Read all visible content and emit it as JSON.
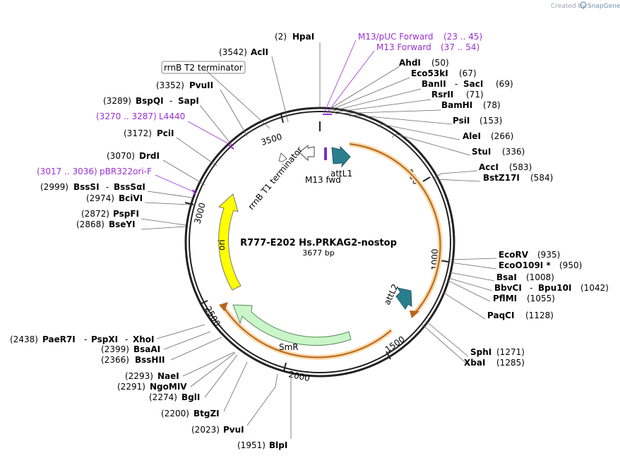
{
  "credit": {
    "prefix": "Created by",
    "brand": "SnapGene"
  },
  "plasmid": {
    "name": "R777-E202 Hs.PRKAG2-nostop",
    "size_label": "3677 bp"
  },
  "ticks": [
    "500",
    "1000",
    "1500",
    "2000",
    "2500",
    "3000",
    "3500"
  ],
  "features": {
    "attL1": "attL1",
    "m13fwd": "M13 fwd",
    "attL2": "attL2",
    "smr": "SmR",
    "ori": "ori",
    "rrnb_t1": "rrnB T1 terminator",
    "rrnb_t2": "rrnB T2 terminator"
  },
  "primers": {
    "m13puc": {
      "name": "M13/pUC Forward",
      "range": "(23 .. 45)"
    },
    "m13": {
      "name": "M13 Forward",
      "range": "(37 .. 54)"
    },
    "l4440": {
      "range": "(3270 .. 3287)",
      "name": "L4440"
    },
    "pbr": {
      "range": "(3017 .. 3036)",
      "name": "pBR322ori-F"
    }
  },
  "sites": {
    "hpai": {
      "pos": "(2)",
      "name": "HpaI"
    },
    "acli": {
      "pos": "(3542)",
      "name": "AclI"
    },
    "pvuii": {
      "pos": "(3352)",
      "name": "PvuII"
    },
    "bspqi": {
      "pos": "(3289)",
      "name": "BspQI",
      "sep": "-",
      "name2": "SapI"
    },
    "pcii": {
      "pos": "(3172)",
      "name": "PciI"
    },
    "drdi": {
      "pos": "(3070)",
      "name": "DrdI"
    },
    "bsssi": {
      "pos": "(2999)",
      "name": "BssSI",
      "sep": "-",
      "name2": "BssSαI"
    },
    "bcivi": {
      "pos": "(2974)",
      "name": "BciVI"
    },
    "pspfi": {
      "pos": "(2872)",
      "name": "PspFI"
    },
    "bseyi": {
      "pos": "(2868)",
      "name": "BseYI"
    },
    "ahdi": {
      "name": "AhdI",
      "pos": "(50)"
    },
    "eco53ki": {
      "name": "Eco53kI",
      "pos": "(67)"
    },
    "banii": {
      "name": "BanII",
      "sep": "-",
      "name2": "SacI",
      "pos": "(69)"
    },
    "rsrii": {
      "name": "RsrII",
      "pos": "(71)"
    },
    "bamhi": {
      "name": "BamHI",
      "pos": "(78)"
    },
    "psii": {
      "name": "PsiI",
      "pos": "(153)"
    },
    "alei": {
      "name": "AleI",
      "pos": "(266)"
    },
    "stui": {
      "name": "StuI",
      "pos": "(336)"
    },
    "acci": {
      "name": "AccI",
      "pos": "(583)"
    },
    "bstz17i": {
      "name": "BstZ17I",
      "pos": "(584)"
    },
    "ecorv": {
      "name": "EcoRV",
      "pos": "(935)"
    },
    "eco0109i": {
      "name": "EcoO109I *",
      "pos": "(950)"
    },
    "bsai": {
      "name": "BsaI",
      "pos": "(1008)"
    },
    "bbvci": {
      "name": "BbvCI",
      "sep": "-",
      "name2": "Bpu10I",
      "pos": "(1042)"
    },
    "pflmi": {
      "name": "PflMI",
      "pos": "(1055)"
    },
    "paqci": {
      "name": "PaqCI",
      "pos": "(1128)"
    },
    "sphi": {
      "name": "SphI",
      "pos": "(1271)"
    },
    "xbai": {
      "name": "XbaI",
      "pos": "(1285)"
    },
    "blpi": {
      "pos": "(1951)",
      "name": "BlpI"
    },
    "pvui": {
      "pos": "(2023)",
      "name": "PvuI"
    },
    "btgzi": {
      "pos": "(2200)",
      "name": "BtgZI"
    },
    "bgli": {
      "pos": "(2274)",
      "name": "BglI"
    },
    "ngomiv": {
      "pos": "(2291)",
      "name": "NgoMIV"
    },
    "naei": {
      "pos": "(2293)",
      "name": "NaeI"
    },
    "bsshii": {
      "pos": "(2366)",
      "name": "BssHII"
    },
    "bsaai": {
      "pos": "(2399)",
      "name": "BsaAI"
    },
    "paer7i": {
      "pos": "(2438)",
      "name": "PaeR7I",
      "sep": "-",
      "name2": "PspXI",
      "sep2": "-",
      "name3": "XhoI"
    }
  }
}
